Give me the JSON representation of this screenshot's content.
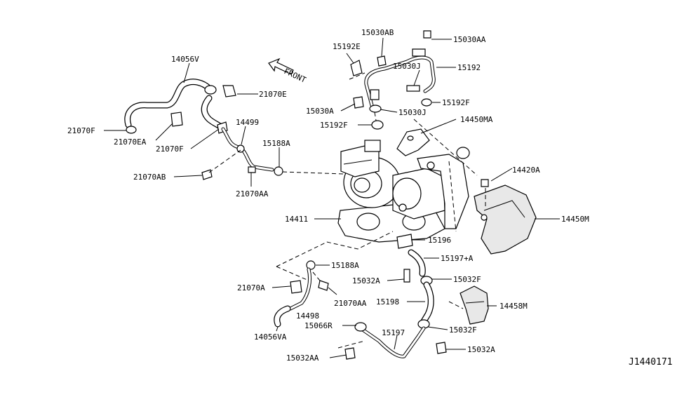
{
  "diagram_id": "J1440171",
  "front_label": "FRONT",
  "labels": {
    "p14056V": "14056V",
    "p21070E": "21070E",
    "p21070F_a": "21070F",
    "p21070EA": "21070EA",
    "p21070F_b": "21070F",
    "p14499": "14499",
    "p15188A_a": "15188A",
    "p21070AB": "21070AB",
    "p21070AA_a": "21070AA",
    "p15030AB": "15030AB",
    "p15030AA": "15030AA",
    "p15192E": "15192E",
    "p15192": "15192",
    "p15030J_a": "15030J",
    "p15192F_a": "15192F",
    "p15030A": "15030A",
    "p15030J_b": "15030J",
    "p15192F_b": "15192F",
    "p14450MA": "14450MA",
    "p14420A": "14420A",
    "p14450M": "14450M",
    "p14411": "14411",
    "p15196": "15196",
    "p15197A": "15197+A",
    "p15188A_b": "15188A",
    "p15032A_a": "15032A",
    "p15032F_a": "15032F",
    "p21070A": "21070A",
    "p21070AA_b": "21070AA",
    "p14498": "14498",
    "p15198": "15198",
    "p14458M": "14458M",
    "p15066R": "15066R",
    "p15197": "15197",
    "p15032F_b": "15032F",
    "p14056VA": "14056VA",
    "p15032A_b": "15032A",
    "p15032AA": "15032AA"
  }
}
